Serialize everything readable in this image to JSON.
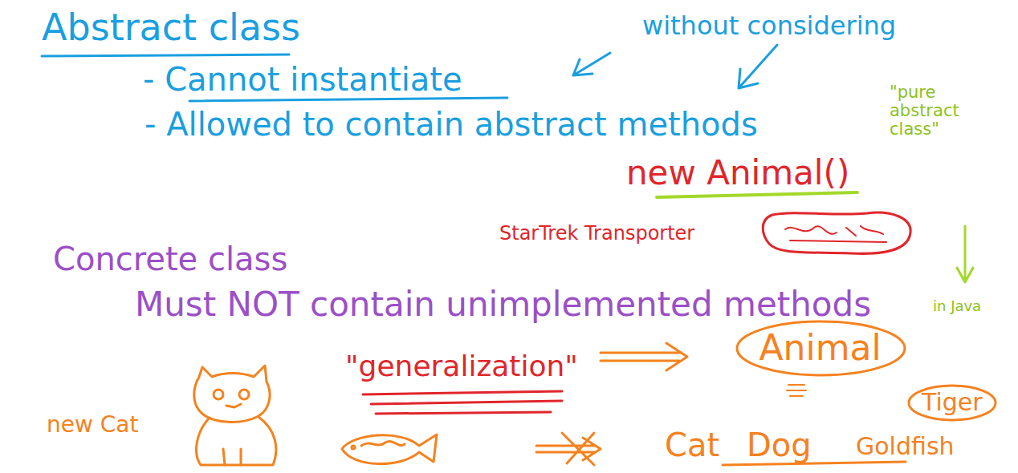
{
  "diagram": {
    "nodes": [
      {
        "text": [
          "Animal"
        ]
      },
      {
        "text": [
          "Tiger"
        ]
      }
    ],
    "labels": [
      "Abstract class",
      "without considering",
      "- Cannot instantiate",
      "- Allowed to contain abstract methods",
      "new Animal()",
      "\"pure abstract class\"",
      "in Java",
      "StarTrek Transporter",
      "Concrete class",
      "Must NOT contain unimplemented methods",
      "\"generalization\"",
      "new Cat",
      "Cat",
      "Dog",
      "Goldfish"
    ]
  }
}
